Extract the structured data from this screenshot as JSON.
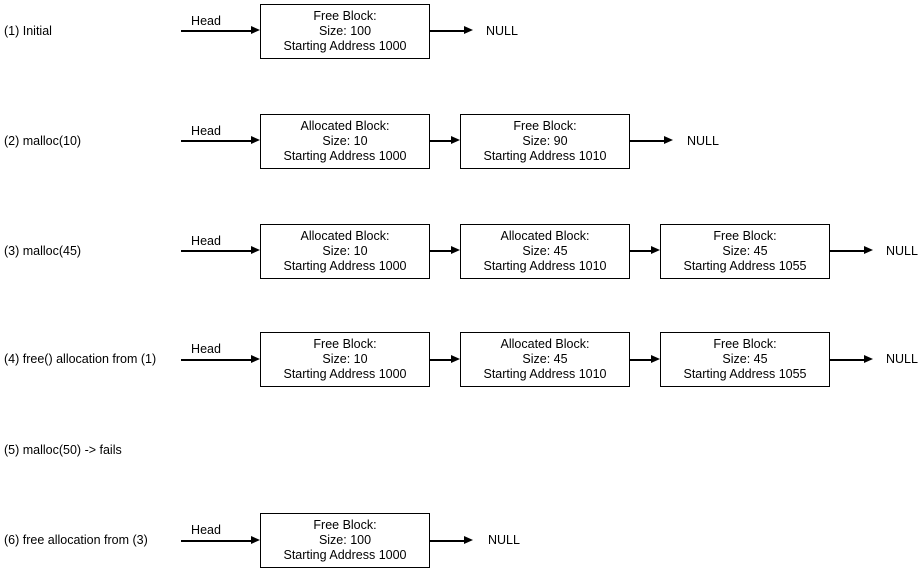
{
  "colors": {
    "background": "#ffffff",
    "line": "#000000",
    "text": "#000000",
    "box_fill": "#ffffff"
  },
  "labels": {
    "head": "Head",
    "null_text": "NULL"
  },
  "rows": [
    {
      "label": "(1) Initial",
      "boxes": [
        {
          "lines": [
            "Free Block:",
            "Size: 100",
            "Starting Address 1000"
          ]
        }
      ]
    },
    {
      "label": "(2) malloc(10)",
      "boxes": [
        {
          "lines": [
            "Allocated Block:",
            "Size: 10",
            "Starting Address 1000"
          ]
        },
        {
          "lines": [
            "Free Block:",
            "Size: 90",
            "Starting Address 1010"
          ]
        }
      ]
    },
    {
      "label": "(3) malloc(45)",
      "boxes": [
        {
          "lines": [
            "Allocated Block:",
            "Size: 10",
            "Starting Address 1000"
          ]
        },
        {
          "lines": [
            "Allocated Block:",
            "Size: 45",
            "Starting Address 1010"
          ]
        },
        {
          "lines": [
            "Free Block:",
            "Size: 45",
            "Starting Address 1055"
          ]
        }
      ]
    },
    {
      "label": "(4) free() allocation from (1)",
      "boxes": [
        {
          "lines": [
            "Free Block:",
            "Size: 10",
            "Starting Address 1000"
          ]
        },
        {
          "lines": [
            "Allocated Block:",
            "Size: 45",
            "Starting Address 1010"
          ]
        },
        {
          "lines": [
            "Free Block:",
            "Size: 45",
            "Starting Address 1055"
          ]
        }
      ]
    },
    {
      "label": "(5) malloc(50) -> fails",
      "boxes": []
    },
    {
      "label": "(6) free allocation from (3)",
      "boxes": [
        {
          "lines": [
            "Free Block:",
            "Size: 100",
            "Starting Address 1000"
          ]
        }
      ]
    }
  ]
}
